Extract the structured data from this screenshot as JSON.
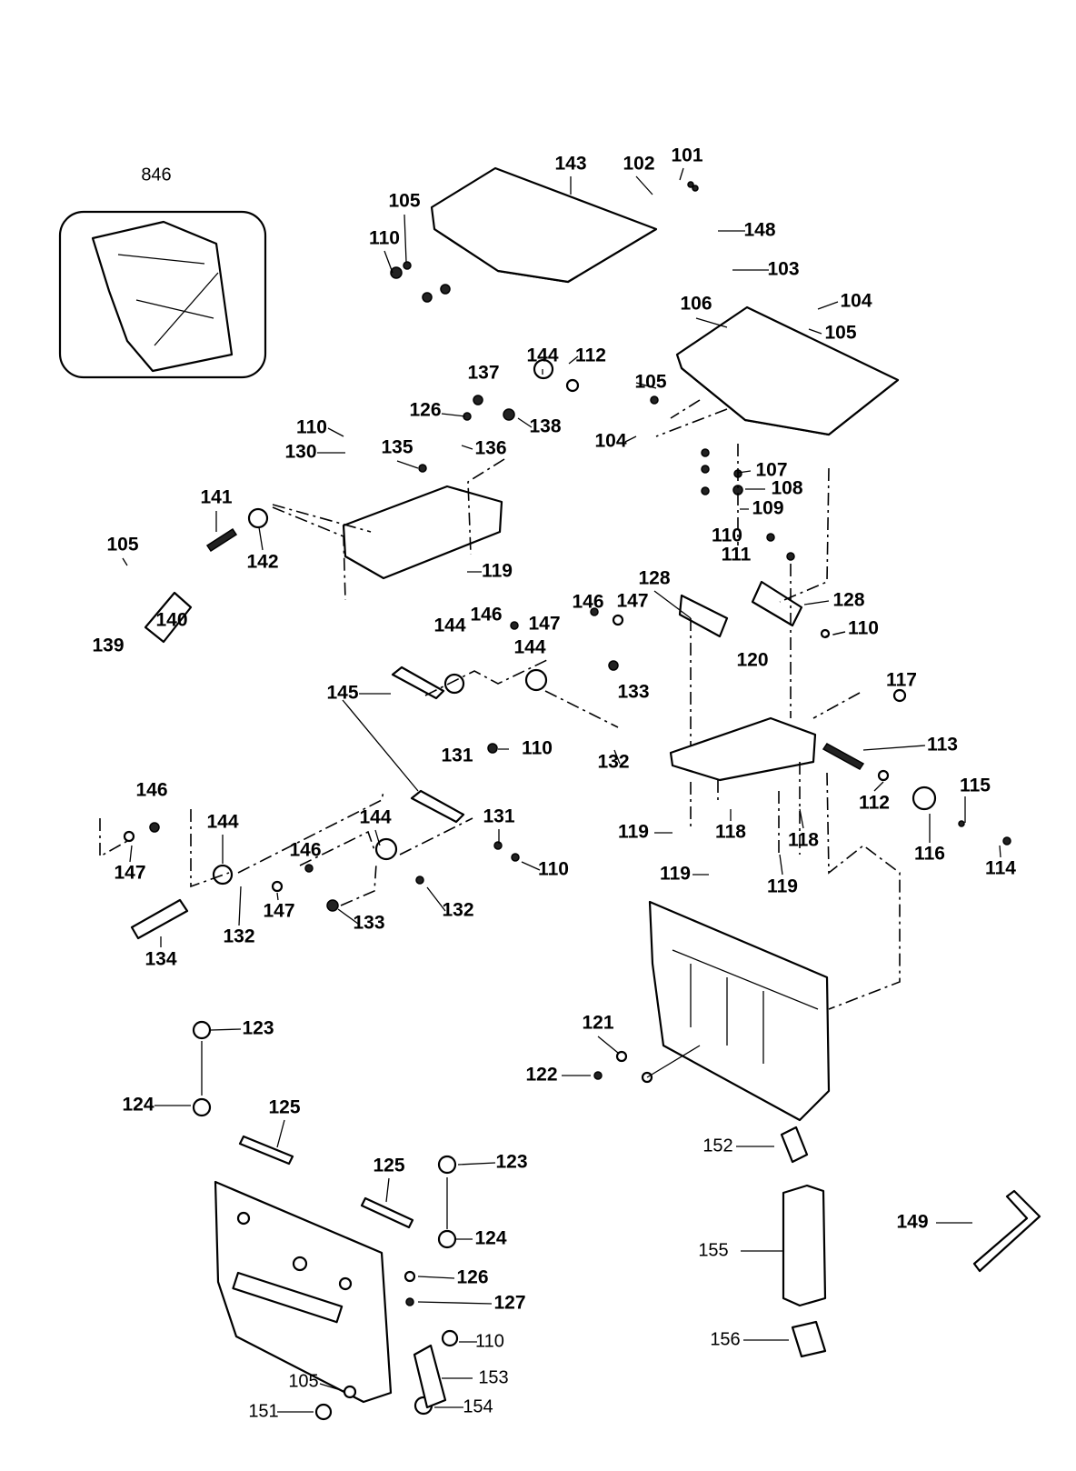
{
  "diagram": {
    "type": "exploded parts diagram",
    "callouts": [
      "846",
      "143",
      "102",
      "101",
      "105",
      "110",
      "148",
      "103",
      "106",
      "104",
      "105",
      "144",
      "112",
      "137",
      "105",
      "126",
      "138",
      "104",
      "110",
      "136",
      "135",
      "130",
      "107",
      "108",
      "109",
      "141",
      "110",
      "111",
      "105",
      "142",
      "119",
      "128",
      "128",
      "146",
      "147",
      "146",
      "147",
      "140",
      "144",
      "144",
      "110",
      "139",
      "120",
      "117",
      "145",
      "133",
      "131",
      "110",
      "132",
      "113",
      "146",
      "112",
      "115",
      "131",
      "144",
      "144",
      "119",
      "118",
      "118",
      "146",
      "116",
      "147",
      "110",
      "114",
      "119",
      "119",
      "147",
      "132",
      "133",
      "132",
      "134",
      "123",
      "121",
      "122",
      "124",
      "125",
      "152",
      "125",
      "123",
      "149",
      "155",
      "124",
      "126",
      "127",
      "110",
      "156",
      "153",
      "105",
      "154",
      "151"
    ]
  }
}
